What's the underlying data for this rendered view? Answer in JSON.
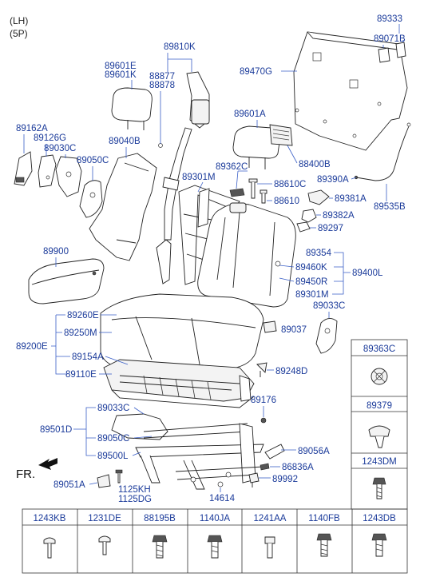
{
  "header": {
    "side": "(LH)",
    "variant": "(5P)"
  },
  "labels": {
    "l89333": "89333",
    "l89071B": "89071B",
    "l89470G": "89470G",
    "l89810K": "89810K",
    "l89601E": "89601E",
    "l89601K": "89601K",
    "l88877": "88877",
    "l88878": "88878",
    "l89601A": "89601A",
    "l88400B": "88400B",
    "l89162A": "89162A",
    "l89126G": "89126G",
    "l89030C": "89030C",
    "l89050C_top": "89050C",
    "l89040B": "89040B",
    "l89362C": "89362C",
    "l88610C": "88610C",
    "l88610": "88610",
    "l89390A": "89390A",
    "l89381A": "89381A",
    "l89382A": "89382A",
    "l89297": "89297",
    "l89535B": "89535B",
    "l89301M_top": "89301M",
    "l89900": "89900",
    "l89354": "89354",
    "l89460K": "89460K",
    "l89450R": "89450R",
    "l89301M": "89301M",
    "l89400L": "89400L",
    "l89033C_right": "89033C",
    "l89260E": "89260E",
    "l89250M": "89250M",
    "l89200E": "89200E",
    "l89154A": "89154A",
    "l89110E": "89110E",
    "l89037": "89037",
    "l89248D": "89248D",
    "l89176": "89176",
    "l89033C_low": "89033C",
    "l89501D": "89501D",
    "l89050C_low": "89050C",
    "l89500L": "89500L",
    "l89056A": "89056A",
    "l86836A": "86836A",
    "l89992": "89992",
    "l14614": "14614",
    "l1125KH": "1125KH",
    "l1125DG": "1125DG",
    "l89051A": "89051A",
    "fr": "FR."
  },
  "side_table": {
    "cells": [
      "89363C",
      "89379",
      "1243DM"
    ]
  },
  "bottom_table": {
    "cells": [
      "1243KB",
      "1231DE",
      "88195B",
      "1140JA",
      "1241AA",
      "1140FB",
      "1243DB"
    ]
  }
}
